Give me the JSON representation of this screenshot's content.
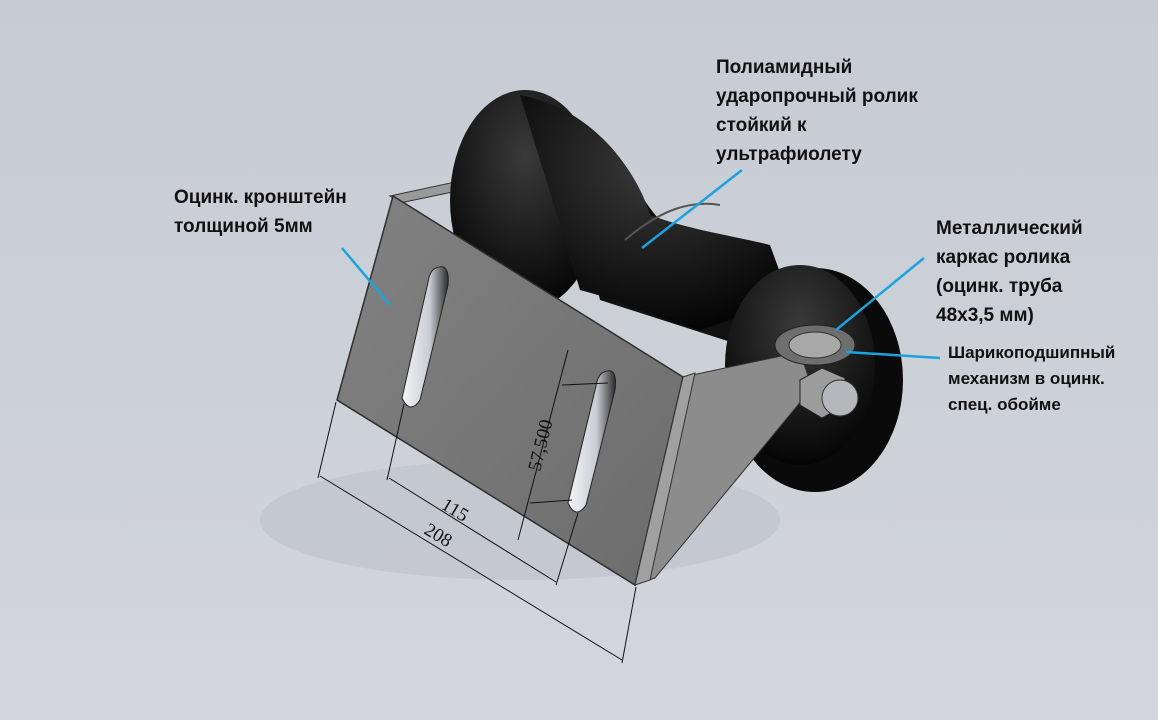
{
  "callouts": {
    "bracket": {
      "line1": "Оцинк. кронштейн",
      "line2": "толщиной 5мм"
    },
    "roller": {
      "line1": "Полиамидный",
      "line2": "ударопрочный ролик",
      "line3": "стойкий к",
      "line4": "ультрафиолету"
    },
    "frame": {
      "line1": "Металлический",
      "line2": "каркас ролика",
      "line3": "(оцинк. труба",
      "line4": "48x3,5 мм)"
    },
    "bearing": {
      "line1": "Шарикоподшипный",
      "line2": "механизм в оцинк.",
      "line3": "спец. обойме"
    }
  },
  "dimensions": {
    "overall_width": "208",
    "slot_spacing": "115",
    "slot_offset": "57,500"
  },
  "colors": {
    "leader": "#1aa3e0",
    "plate": "#7b7b7b",
    "roller": "#0e0e0e"
  }
}
